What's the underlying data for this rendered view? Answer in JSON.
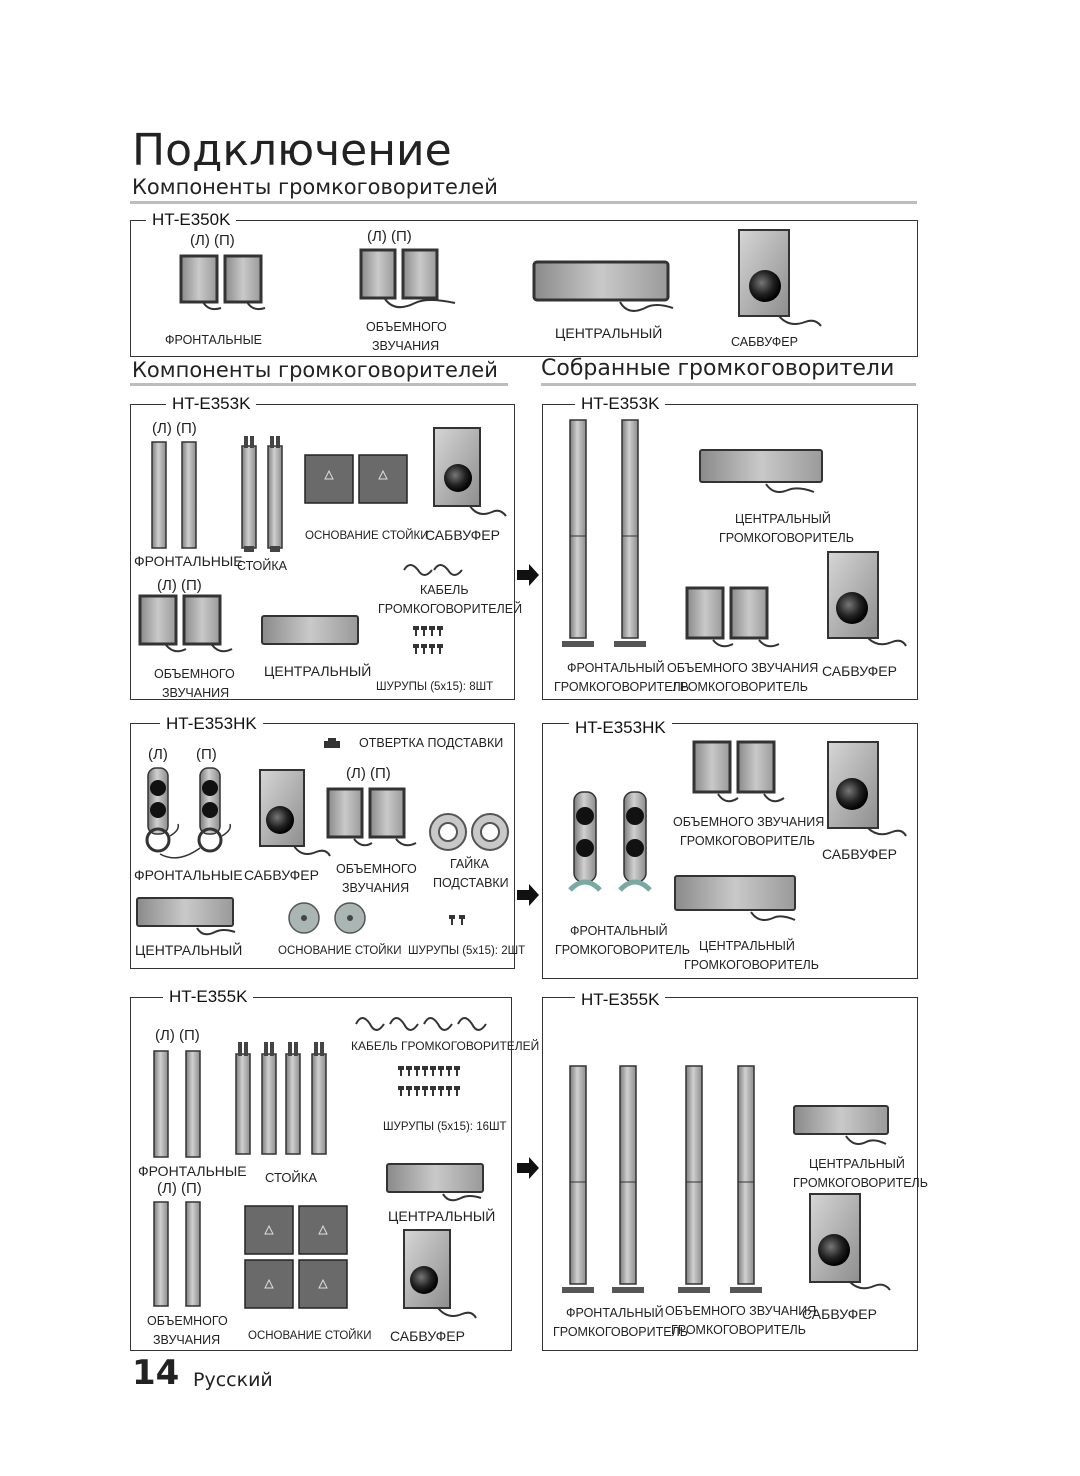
{
  "page": {
    "title": "Подключение",
    "section_title": "Компоненты громкоговорителей",
    "footer": {
      "page_number": "14",
      "language": "Русский"
    }
  },
  "e350k": {
    "model": "HT-E350K",
    "lr1": "(Л)   (П)",
    "lr2": "(Л)   (П)",
    "front": "ФРОНТАЛЬНЫЕ",
    "surround_1": "ОБЪЕМНОГО",
    "surround_2": "ЗВУЧАНИЯ",
    "center": "ЦЕНТРАЛЬНЫЙ",
    "sub": "САБВУФЕР"
  },
  "left_heading": "Компоненты громкоговорителей",
  "right_heading": "Собранные громкоговорители",
  "e353k": {
    "model": "HT-E353K",
    "lr_front": "(Л)  (П)",
    "lr_surround": "(Л)  (П)",
    "front": "ФРОНТАЛЬНЫЕ",
    "stand": "СТОЙКА",
    "stand_base": "ОСНОВАНИЕ СТОЙКИ",
    "sub": "САБВУФЕР",
    "cable_1": "КАБЕЛЬ",
    "cable_2": "ГРОМКОГОВОРИТЕЛЕЙ",
    "surround_1": "ОБЪЕМНОГО",
    "surround_2": "ЗВУЧАНИЯ",
    "center": "ЦЕНТРАЛЬНЫЙ",
    "screws": "ШУРУПЫ (5x15): 8ШТ"
  },
  "e353k_assembled": {
    "model": "HT-E353K",
    "center_1": "ЦЕНТРАЛЬНЫЙ",
    "center_2": "ГРОМКОГОВОРИТЕЛЬ",
    "front_1": "ФРОНТАЛЬНЫЙ",
    "front_2": "ГРОМКОГОВОРИТЕЛЬ",
    "surround_1": "ОБЪЕМНОГО ЗВУЧАНИЯ",
    "surround_2": "ГРОМКОГОВОРИТЕЛЬ",
    "sub": "САБВУФЕР"
  },
  "e353hk": {
    "model": "HT-E353HK",
    "driver": "ОТВЕРТКА ПОДСТАВКИ",
    "lr_front_l": "(Л)",
    "lr_front_r": "(П)",
    "lr_surround": "(Л)  (П)",
    "front": "ФРОНТАЛЬНЫЕ",
    "sub": "САБВУФЕР",
    "surround_1": "ОБЪЕМНОГО",
    "surround_2": "ЗВУЧАНИЯ",
    "nut_1": "ГАЙКА",
    "nut_2": "ПОДСТАВКИ",
    "center": "ЦЕНТРАЛЬНЫЙ",
    "stand_base": "ОСНОВАНИЕ СТОЙКИ",
    "screws": "ШУРУПЫ (5x15): 2ШТ"
  },
  "e353hk_assembled": {
    "model": "HT-E353HK",
    "surround_1": "ОБЪЕМНОГО ЗВУЧАНИЯ",
    "surround_2": "ГРОМКОГОВОРИТЕЛЬ",
    "sub": "САБВУФЕР",
    "front_1": "ФРОНТАЛЬНЫЙ",
    "front_2": "ГРОМКОГОВОРИТЕЛЬ",
    "center_1": "ЦЕНТРАЛЬНЫЙ",
    "center_2": "ГРОМКОГОВОРИТЕЛЬ"
  },
  "e355k": {
    "model": "HT-E355K",
    "lr_front": "(Л)  (П)",
    "lr_surround": "(Л)  (П)",
    "cable": "КАБЕЛЬ ГРОМКОГОВОРИТЕЛЕЙ",
    "screws": "ШУРУПЫ (5x15): 16ШТ",
    "front": "ФРОНТАЛЬНЫЕ",
    "stand": "СТОЙКА",
    "center": "ЦЕНТРАЛЬНЫЙ",
    "surround_1": "ОБЪЕМНОГО",
    "surround_2": "ЗВУЧАНИЯ",
    "stand_base": "ОСНОВАНИЕ СТОЙКИ",
    "sub": "САБВУФЕР"
  },
  "e355k_assembled": {
    "model": "HT-E355K",
    "center_1": "ЦЕНТРАЛЬНЫЙ",
    "center_2": "ГРОМКОГОВОРИТЕЛЬ",
    "front_1": "ФРОНТАЛЬНЫЙ",
    "front_2": "ГРОМКОГОВОРИТЕЛЬ",
    "surround_1": "ОБЪЕМНОГО ЗВУЧАНИЯ",
    "surround_2": "ГРОМКОГОВОРИТЕЛЬ",
    "sub": "САБВУФЕР"
  }
}
